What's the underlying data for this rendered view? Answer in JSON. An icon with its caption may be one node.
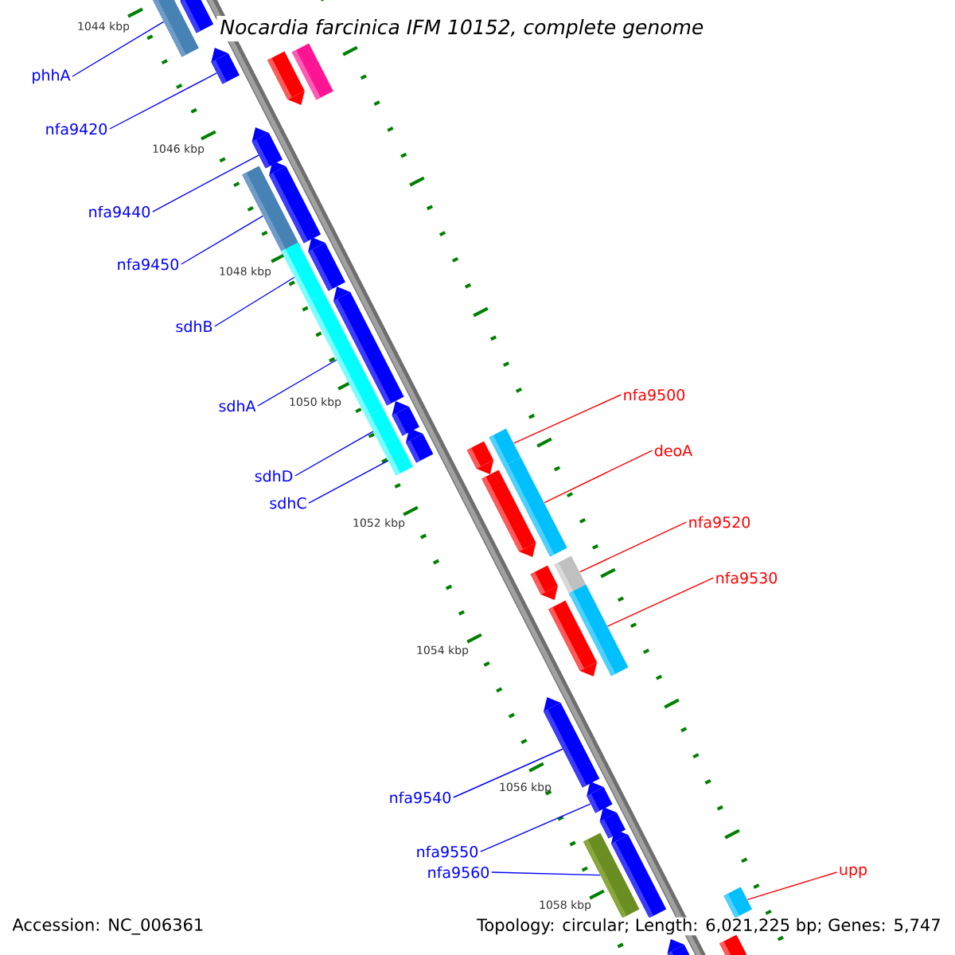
{
  "diagram": {
    "title": "Nocardia farcinica IFM 10152, complete genome",
    "nodes": [
      {
        "text": [
          "phhA"
        ]
      },
      {
        "text": [
          "nfa9420"
        ]
      },
      {
        "text": [
          "nfa9440"
        ]
      },
      {
        "text": [
          "nfa9450"
        ]
      },
      {
        "text": [
          "sdhB"
        ]
      },
      {
        "text": [
          "sdhA"
        ]
      },
      {
        "text": [
          "sdhD"
        ]
      },
      {
        "text": [
          "sdhC"
        ]
      },
      {
        "text": [
          "nfa9500"
        ]
      },
      {
        "text": [
          "deoA"
        ]
      },
      {
        "text": [
          "nfa9520"
        ]
      },
      {
        "text": [
          "nfa9530"
        ]
      },
      {
        "text": [
          "nfa9540"
        ]
      },
      {
        "text": [
          "nfa9550"
        ]
      },
      {
        "text": [
          "nfa9560"
        ]
      },
      {
        "text": [
          "upp"
        ]
      },
      {
        "text": [],
        "shape": "bar"
      },
      {
        "text": [],
        "shape": "bar"
      },
      {
        "text": [],
        "shape": "bar"
      },
      {
        "text": [],
        "shape": "bar"
      },
      {
        "text": [],
        "shape": "bar"
      },
      {
        "text": [],
        "shape": "bar"
      },
      {
        "text": [],
        "shape": "bar"
      },
      {
        "text": [],
        "shape": "bar"
      },
      {
        "text": [],
        "shape": "bar"
      },
      {
        "text": [],
        "shape": "bar"
      },
      {
        "text": [],
        "shape": "bar"
      },
      {
        "text": [],
        "shape": "bar"
      },
      {
        "text": [],
        "shape": "bar"
      },
      {
        "text": [],
        "shape": "bar"
      },
      {
        "text": [],
        "shape": "bar"
      },
      {
        "text": [],
        "shape": "bar"
      },
      {
        "text": [],
        "shape": "bar"
      },
      {
        "text": [],
        "shape": "bar"
      },
      {
        "text": [],
        "shape": "bar"
      },
      {
        "text": [],
        "shape": "bar"
      },
      {
        "text": [],
        "shape": "bar"
      },
      {
        "text": [],
        "shape": "bar"
      },
      {
        "text": [],
        "shape": "bar"
      },
      {
        "text": [],
        "shape": "bar"
      },
      {
        "text": [],
        "shape": "bar"
      },
      {
        "text": [],
        "shape": "bar"
      },
      {
        "text": [],
        "shape": "bar"
      },
      {
        "text": [],
        "shape": "bar"
      },
      {
        "text": [],
        "shape": "bar"
      },
      {
        "text": [],
        "shape": "bar"
      },
      {
        "text": [],
        "shape": "bar"
      },
      {
        "text": [],
        "shape": "bar"
      }
    ],
    "edges": [
      {
        "from": 0,
        "to": 16,
        "arrow": "none"
      },
      {
        "from": 1,
        "to": 17,
        "arrow": "none"
      },
      {
        "from": 2,
        "to": 18,
        "arrow": "none"
      },
      {
        "from": 3,
        "to": 19,
        "arrow": "none"
      },
      {
        "from": 4,
        "to": 20,
        "arrow": "none"
      },
      {
        "from": 5,
        "to": 21,
        "arrow": "none"
      },
      {
        "from": 6,
        "to": 22,
        "arrow": "none"
      },
      {
        "from": 7,
        "to": 23,
        "arrow": "none"
      },
      {
        "from": 8,
        "to": 24,
        "arrow": "none",
        "color": "#ff0000"
      },
      {
        "from": 9,
        "to": 25,
        "arrow": "none",
        "color": "#ff0000"
      },
      {
        "from": 10,
        "to": 26,
        "arrow": "none",
        "color": "#ff0000"
      },
      {
        "from": 11,
        "to": 27,
        "arrow": "none",
        "color": "#ff0000"
      },
      {
        "from": 12,
        "to": 28,
        "arrow": "none"
      },
      {
        "from": 13,
        "to": 29,
        "arrow": "none"
      },
      {
        "from": 14,
        "to": 30,
        "arrow": "none"
      },
      {
        "from": 15,
        "to": 31,
        "arrow": "none",
        "color": "#ff0000"
      }
    ],
    "labels": [
      "1044 kbp",
      "1046 kbp",
      "1048 kbp",
      "1050 kbp",
      "1052 kbp",
      "1054 kbp",
      "1056 kbp",
      "1058 kbp",
      "Accession: NC_006361",
      "Topology: circular; Length: 6,021,225 bp; Genes: 5,747"
    ]
  }
}
